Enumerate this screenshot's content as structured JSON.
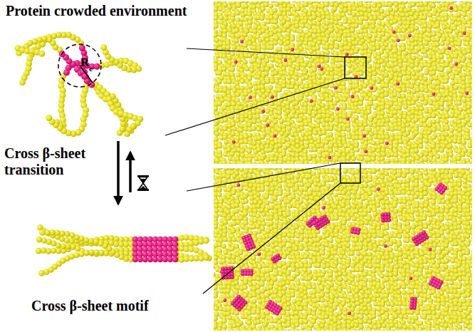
{
  "diagram": {
    "labels": [
      "Protein crowded environment",
      "R",
      "c",
      "Cross β-sheet transition",
      "Cross β-sheet motif"
    ]
  }
}
